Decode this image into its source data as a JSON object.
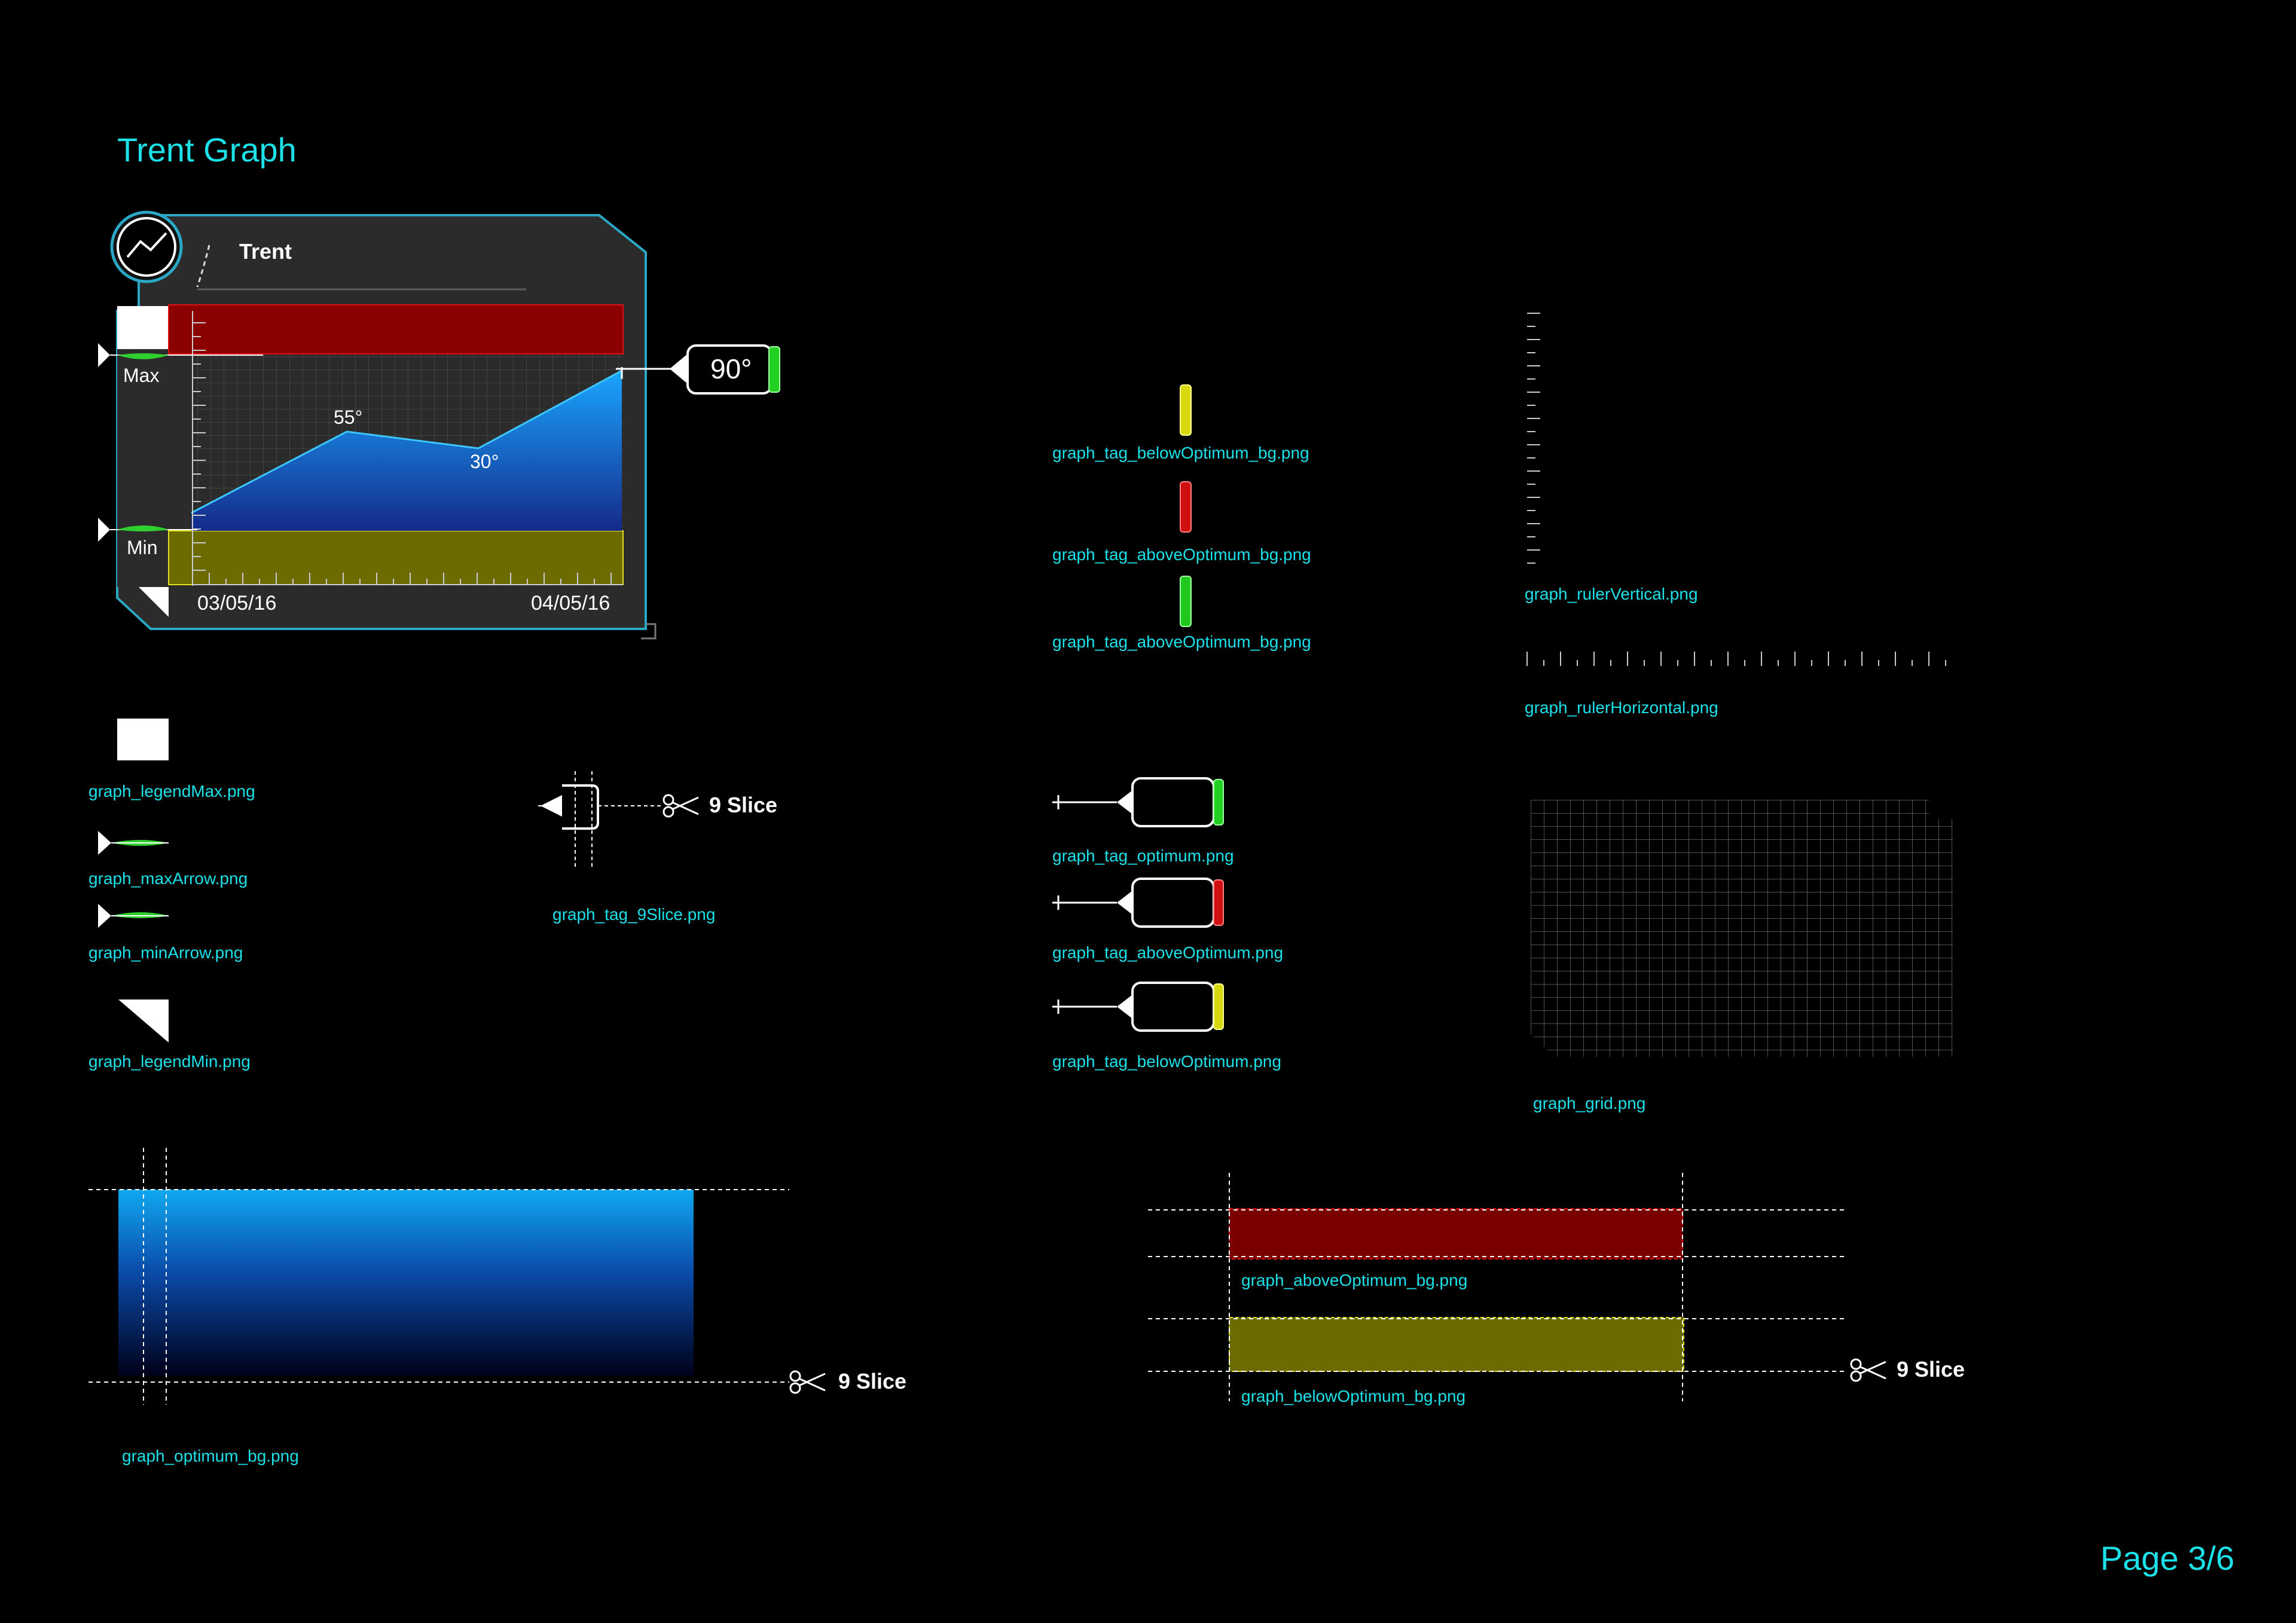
{
  "page": {
    "title": "Trent Graph",
    "page_indicator": "Page 3/6"
  },
  "widget": {
    "title": "Trent",
    "max_label": "Max",
    "min_label": "Min",
    "point_labels": [
      "55°",
      "30°"
    ],
    "date_start": "03/05/16",
    "date_end": "04/05/16",
    "tag_value": "90°",
    "icon": "trend-line-icon"
  },
  "assets": {
    "legend_max": "graph_legendMax.png",
    "max_arrow": "graph_maxArrow.png",
    "min_arrow": "graph_minArrow.png",
    "legend_min": "graph_legendMin.png",
    "tag_9slice": "graph_tag_9Slice.png",
    "tag_below_bg": "graph_tag_belowOptimum_bg.png",
    "tag_above_bg_red": "graph_tag_aboveOptimum_bg.png",
    "tag_above_bg_green": "graph_tag_aboveOptimum_bg.png",
    "tag_optimum": "graph_tag_optimum.png",
    "tag_above": "graph_tag_aboveOptimum.png",
    "tag_below": "graph_tag_belowOptimum.png",
    "ruler_vertical": "graph_rulerVertical.png",
    "ruler_horizontal": "graph_rulerHorizontal.png",
    "grid": "graph_grid.png",
    "optimum_bg": "graph_optimum_bg.png",
    "above_bg": "graph_aboveOptimum_bg.png",
    "below_bg": "graph_belowOptimum_bg.png"
  },
  "slice_label": "9 Slice",
  "colors": {
    "accent": "#1ce1e8",
    "above": "#8b0000",
    "below": "#6b6b00",
    "optimum_top": "#10a8f0",
    "optimum_bottom": "#000020",
    "ok": "#22d022",
    "warn_red": "#e01010",
    "warn_yellow": "#e0e020"
  }
}
